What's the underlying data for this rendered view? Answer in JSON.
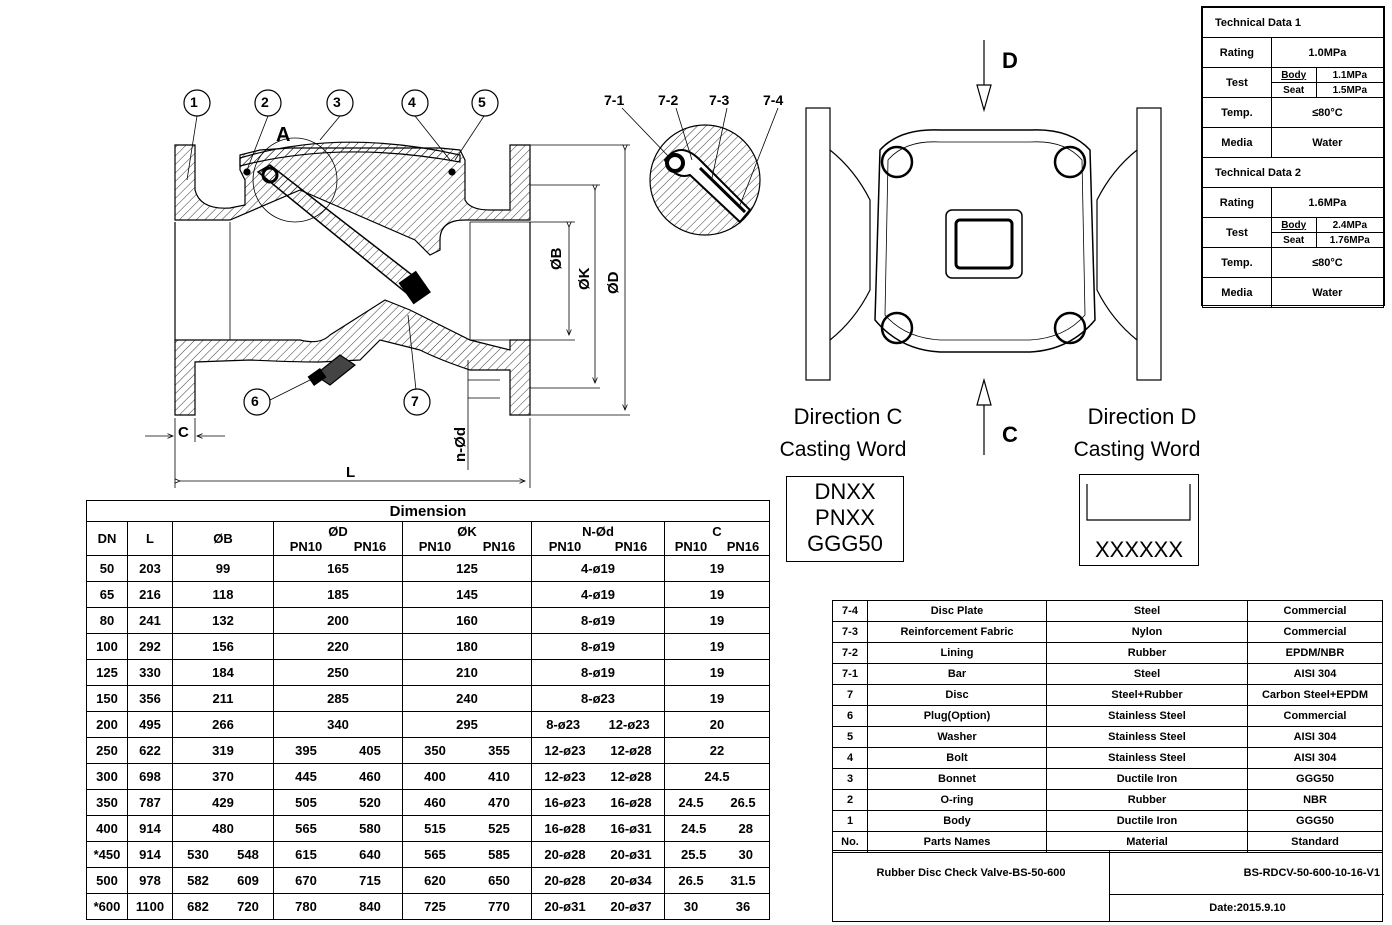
{
  "technical_data": [
    {
      "title": "Technical Data 1",
      "rating_label": "Rating",
      "rating": "1.0MPa",
      "test_label": "Test",
      "body_label": "Body",
      "body": "1.1MPa",
      "seat_label": "Seat",
      "seat": "1.5MPa",
      "temp_label": "Temp.",
      "temp": "≤80°C",
      "media_label": "Media",
      "media": "Water"
    },
    {
      "title": "Technical Data 2",
      "rating_label": "Rating",
      "rating": "1.6MPa",
      "test_label": "Test",
      "body_label": "Body",
      "body": "2.4MPa",
      "seat_label": "Seat",
      "seat": "1.76MPa",
      "temp_label": "Temp.",
      "temp": "≤80°C",
      "media_label": "Media",
      "media": "Water"
    }
  ],
  "drawing": {
    "balloons": [
      "1",
      "2",
      "3",
      "4",
      "5",
      "6",
      "7"
    ],
    "detail_labels": [
      "7-1",
      "7-2",
      "7-3",
      "7-4"
    ],
    "detail_a": "A",
    "dim_c": "C",
    "dim_l": "L",
    "dim_b": "ØB",
    "dim_k": "ØK",
    "dim_d": "ØD",
    "dim_nd": "n-Ød",
    "arrow_d": "D",
    "arrow_c": "C"
  },
  "casting": {
    "c_title": "Direction C",
    "c_sub": "Casting Word",
    "c_lines": [
      "DNXX",
      "PNXX",
      "GGG50"
    ],
    "d_title": "Direction D",
    "d_sub": "Casting Word",
    "d_text": "XXXXXX"
  },
  "dimension": {
    "title": "Dimension",
    "headers": {
      "dn": "DN",
      "l": "L",
      "b": "ØB",
      "d": "ØD",
      "k": "ØK",
      "nd": "N-Ød",
      "c": "C",
      "pn10": "PN10",
      "pn16": "PN16"
    },
    "rows": [
      {
        "dn": "50",
        "l": "203",
        "b": [
          "99"
        ],
        "d": [
          "165"
        ],
        "k": [
          "125"
        ],
        "nd": [
          "4-ø19"
        ],
        "c": [
          "19"
        ]
      },
      {
        "dn": "65",
        "l": "216",
        "b": [
          "118"
        ],
        "d": [
          "185"
        ],
        "k": [
          "145"
        ],
        "nd": [
          "4-ø19"
        ],
        "c": [
          "19"
        ]
      },
      {
        "dn": "80",
        "l": "241",
        "b": [
          "132"
        ],
        "d": [
          "200"
        ],
        "k": [
          "160"
        ],
        "nd": [
          "8-ø19"
        ],
        "c": [
          "19"
        ]
      },
      {
        "dn": "100",
        "l": "292",
        "b": [
          "156"
        ],
        "d": [
          "220"
        ],
        "k": [
          "180"
        ],
        "nd": [
          "8-ø19"
        ],
        "c": [
          "19"
        ]
      },
      {
        "dn": "125",
        "l": "330",
        "b": [
          "184"
        ],
        "d": [
          "250"
        ],
        "k": [
          "210"
        ],
        "nd": [
          "8-ø19"
        ],
        "c": [
          "19"
        ]
      },
      {
        "dn": "150",
        "l": "356",
        "b": [
          "211"
        ],
        "d": [
          "285"
        ],
        "k": [
          "240"
        ],
        "nd": [
          "8-ø23"
        ],
        "c": [
          "19"
        ]
      },
      {
        "dn": "200",
        "l": "495",
        "b": [
          "266"
        ],
        "d": [
          "340"
        ],
        "k": [
          "295"
        ],
        "nd": [
          "8-ø23",
          "12-ø23"
        ],
        "c": [
          "20"
        ]
      },
      {
        "dn": "250",
        "l": "622",
        "b": [
          "319"
        ],
        "d": [
          "395",
          "405"
        ],
        "k": [
          "350",
          "355"
        ],
        "nd": [
          "12-ø23",
          "12-ø28"
        ],
        "c": [
          "22"
        ]
      },
      {
        "dn": "300",
        "l": "698",
        "b": [
          "370"
        ],
        "d": [
          "445",
          "460"
        ],
        "k": [
          "400",
          "410"
        ],
        "nd": [
          "12-ø23",
          "12-ø28"
        ],
        "c": [
          "24.5"
        ]
      },
      {
        "dn": "350",
        "l": "787",
        "b": [
          "429"
        ],
        "d": [
          "505",
          "520"
        ],
        "k": [
          "460",
          "470"
        ],
        "nd": [
          "16-ø23",
          "16-ø28"
        ],
        "c": [
          "24.5",
          "26.5"
        ]
      },
      {
        "dn": "400",
        "l": "914",
        "b": [
          "480"
        ],
        "d": [
          "565",
          "580"
        ],
        "k": [
          "515",
          "525"
        ],
        "nd": [
          "16-ø28",
          "16-ø31"
        ],
        "c": [
          "24.5",
          "28"
        ]
      },
      {
        "dn": "*450",
        "l": "914",
        "b": [
          "530",
          "548"
        ],
        "d": [
          "615",
          "640"
        ],
        "k": [
          "565",
          "585"
        ],
        "nd": [
          "20-ø28",
          "20-ø31"
        ],
        "c": [
          "25.5",
          "30"
        ]
      },
      {
        "dn": "500",
        "l": "978",
        "b": [
          "582",
          "609"
        ],
        "d": [
          "670",
          "715"
        ],
        "k": [
          "620",
          "650"
        ],
        "nd": [
          "20-ø28",
          "20-ø34"
        ],
        "c": [
          "26.5",
          "31.5"
        ]
      },
      {
        "dn": "*600",
        "l": "1100",
        "b": [
          "682",
          "720"
        ],
        "d": [
          "780",
          "840"
        ],
        "k": [
          "725",
          "770"
        ],
        "nd": [
          "20-ø31",
          "20-ø37"
        ],
        "c": [
          "30",
          "36"
        ]
      }
    ]
  },
  "parts": {
    "rows": [
      {
        "no": "7-4",
        "name": "Disc Plate",
        "material": "Steel",
        "standard": "Commercial"
      },
      {
        "no": "7-3",
        "name": "Reinforcement Fabric",
        "material": "Nylon",
        "standard": "Commercial"
      },
      {
        "no": "7-2",
        "name": "Lining",
        "material": "Rubber",
        "standard": "EPDM/NBR"
      },
      {
        "no": "7-1",
        "name": "Bar",
        "material": "Steel",
        "standard": "AISI 304"
      },
      {
        "no": "7",
        "name": "Disc",
        "material": "Steel+Rubber",
        "standard": "Carbon Steel+EPDM"
      },
      {
        "no": "6",
        "name": "Plug(Option)",
        "material": "Stainless Steel",
        "standard": "Commercial"
      },
      {
        "no": "5",
        "name": "Washer",
        "material": "Stainless Steel",
        "standard": "AISI 304"
      },
      {
        "no": "4",
        "name": "Bolt",
        "material": "Stainless Steel",
        "standard": "AISI 304"
      },
      {
        "no": "3",
        "name": "Bonnet",
        "material": "Ductile Iron",
        "standard": "GGG50"
      },
      {
        "no": "2",
        "name": "O-ring",
        "material": "Rubber",
        "standard": "NBR"
      },
      {
        "no": "1",
        "name": "Body",
        "material": "Ductile Iron",
        "standard": "GGG50"
      },
      {
        "no": "No.",
        "name": "Parts Names",
        "material": "Material",
        "standard": "Standard"
      }
    ],
    "product_name": "Rubber Disc Check Valve-BS-50-600",
    "drawing_no": "BS-RDCV-50-600-10-16-V1",
    "date": "Date:2015.9.10"
  }
}
